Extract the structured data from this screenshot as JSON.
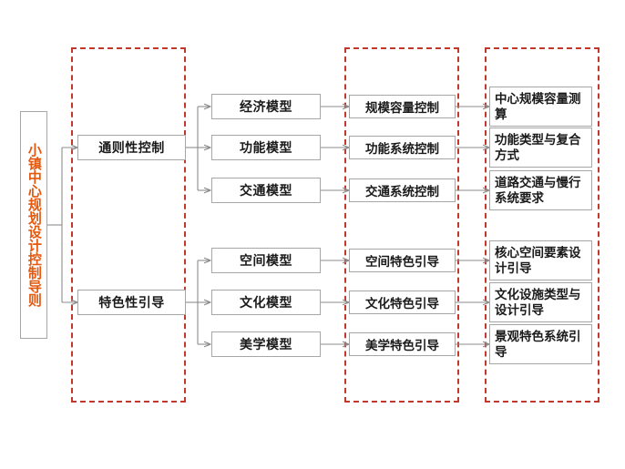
{
  "diagram": {
    "title": "小镇中心规划设计控制导则",
    "root": {
      "label": "小镇中心规划设计控制导则",
      "text_color": "#e2590f",
      "border_color": "#a6a6a6"
    },
    "frame_color": "#c0392b",
    "connector_color": "#8c8c8c",
    "groups": [
      {
        "name": "level2-frame"
      },
      {
        "name": "level3-frame"
      },
      {
        "name": "level4-frame"
      }
    ],
    "branches": [
      {
        "key": "general",
        "label": "通则性控制",
        "models": [
          {
            "label": "经济模型"
          },
          {
            "label": "功能模型"
          },
          {
            "label": "交通模型"
          }
        ],
        "controls": [
          {
            "label": "规模容量控制"
          },
          {
            "label": "功能系统控制"
          },
          {
            "label": "交通系统控制"
          }
        ],
        "details": [
          {
            "label": "中心规模容量测算"
          },
          {
            "label": "功能类型与复合方式"
          },
          {
            "label": "道路交通与慢行系统要求"
          }
        ]
      },
      {
        "key": "character",
        "label": "特色性引导",
        "models": [
          {
            "label": "空间模型"
          },
          {
            "label": "文化模型"
          },
          {
            "label": "美学模型"
          }
        ],
        "controls": [
          {
            "label": "空间特色引导"
          },
          {
            "label": "文化特色引导"
          },
          {
            "label": "美学特色引导"
          }
        ],
        "details": [
          {
            "label": "核心空间要素设计引导"
          },
          {
            "label": "文化设施类型与设计引导"
          },
          {
            "label": "景观特色系统引导"
          }
        ]
      }
    ]
  }
}
